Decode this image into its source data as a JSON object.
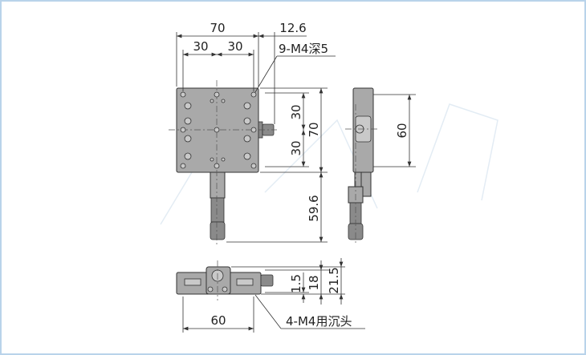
{
  "drawing": {
    "top_view": {
      "width_total": "70",
      "knob_offset": "12.6",
      "hole_pitch_left": "30",
      "hole_pitch_right": "30",
      "height_total": "70",
      "vert_pitch_top": "30",
      "vert_pitch_bottom": "30",
      "micrometer_length": "59.6",
      "hole_callout": "9-M4深5"
    },
    "side_view": {
      "hole_spacing": "60"
    },
    "front_view": {
      "hole_spacing": "60",
      "offset_small": "1.5",
      "height_body": "18",
      "height_total": "21.5",
      "hole_callout": "4-M4用沉头"
    }
  },
  "colors": {
    "frame": "#b9d3ea",
    "body": "#a9a9a9"
  }
}
